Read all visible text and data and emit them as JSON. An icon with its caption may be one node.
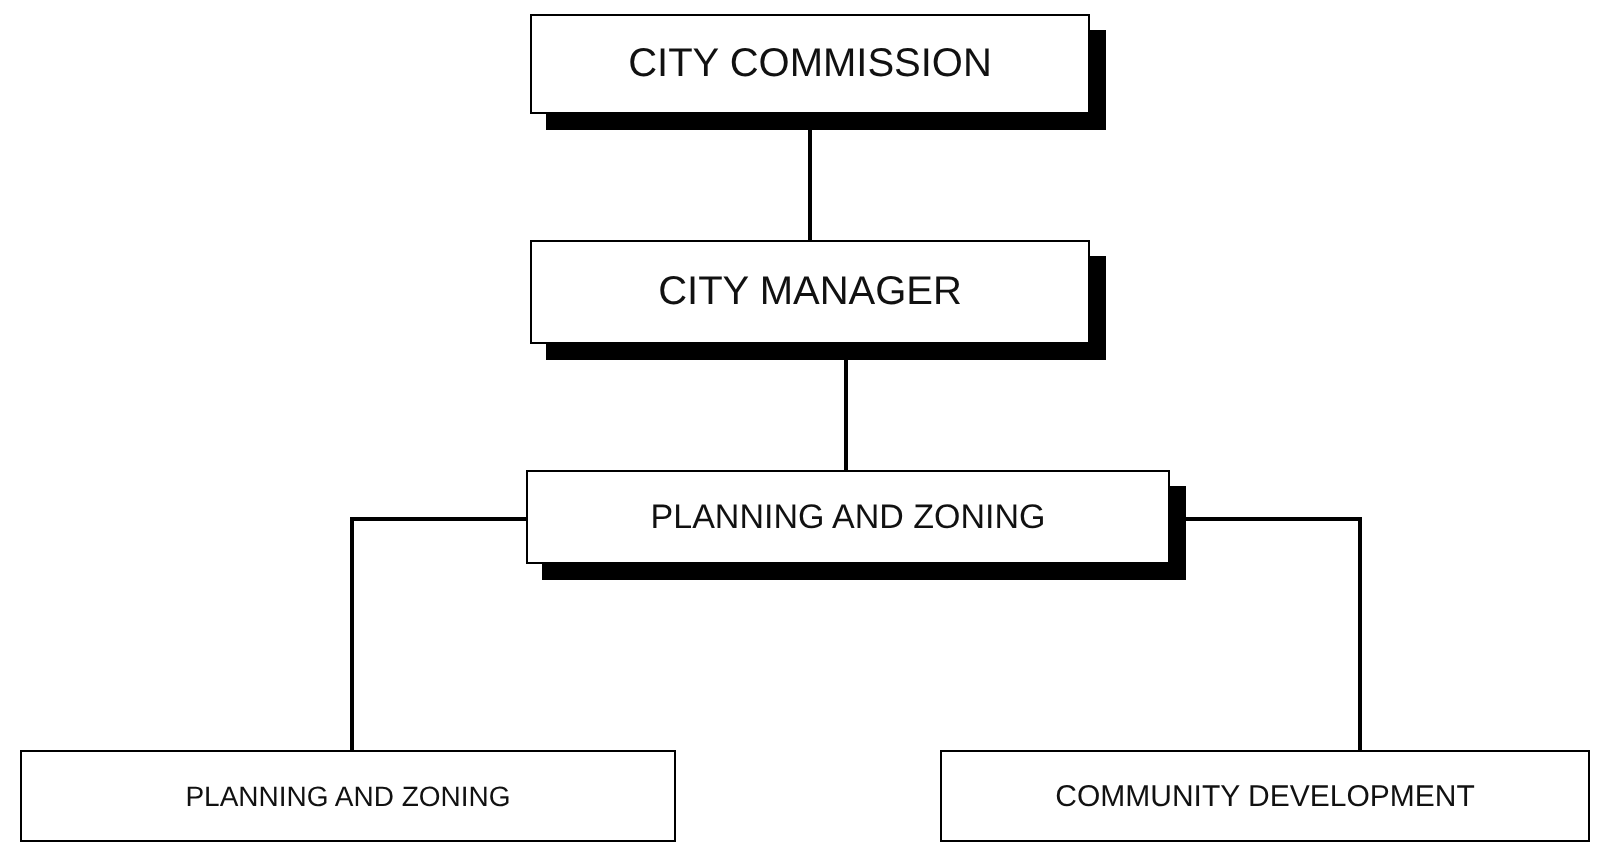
{
  "diagram": {
    "nodes": [
      {
        "text": [
          "CITY COMMISSION"
        ]
      },
      {
        "text": [
          "CITY MANAGER"
        ]
      },
      {
        "text": [
          "PLANNING AND ZONING"
        ]
      },
      {
        "text": [
          "PLANNING AND ZONING"
        ]
      },
      {
        "text": [
          "COMMUNITY DEVELOPMENT"
        ]
      }
    ],
    "edges": [
      {
        "from": 0,
        "to": 1,
        "arrow": "none"
      },
      {
        "from": 1,
        "to": 2,
        "arrow": "none"
      },
      {
        "from": 2,
        "to": 3,
        "arrow": "none"
      },
      {
        "from": 2,
        "to": 4,
        "arrow": "none"
      }
    ]
  }
}
